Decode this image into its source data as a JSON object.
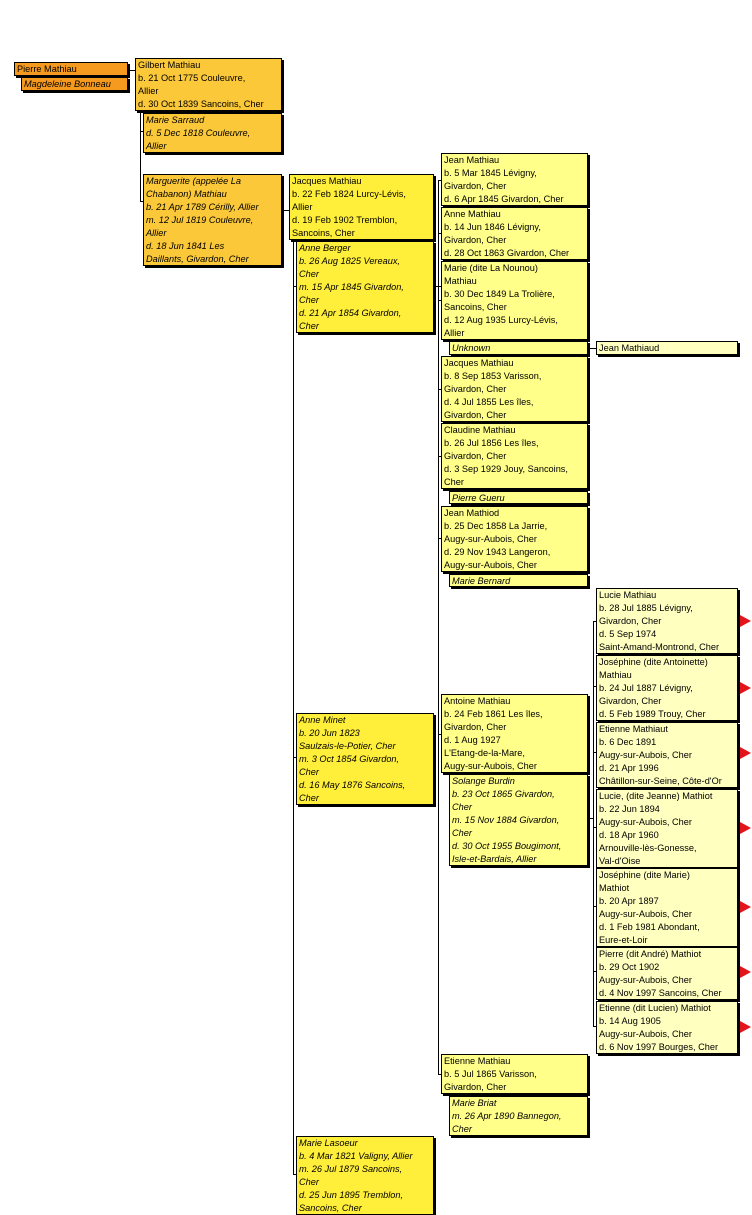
{
  "colors": {
    "generation_0": "#f59a1e",
    "generation_1": "#fbc83a",
    "generation_2": "#ffef3a",
    "generation_3": "#ffff8a",
    "generation_4": "#ffffc0",
    "expand_arrow": "#e4141b"
  },
  "people": {
    "pierre_mathiau": [
      "Pierre Mathiau"
    ],
    "magdeleine_bonneau": [
      "Magdeleine Bonneau"
    ],
    "gilbert_mathiau": [
      "Gilbert Mathiau",
      "b. 21 Oct 1775 Couleuvre,",
      "Allier",
      "d. 30 Oct 1839 Sancoins, Cher"
    ],
    "marie_sarraud": [
      "Marie Sarraud",
      "d. 5 Dec 1818 Couleuvre,",
      "Allier"
    ],
    "marguerite_mathiau": [
      "Marguerite (appelée La",
      "Chabanon) Mathiau",
      "b. 21 Apr 1789 Cérilly, Allier",
      "m. 12 Jul 1819 Couleuvre,",
      "Allier",
      "d. 18 Jun 1841 Les",
      "Daillants, Givardon, Cher"
    ],
    "jacques_mathiau_1824": [
      "Jacques Mathiau",
      "b. 22 Feb 1824 Lurcy-Lévis,",
      "Allier",
      "d. 19 Feb 1902 Tremblon,",
      "Sancoins, Cher"
    ],
    "anne_berger": [
      "Anne Berger",
      "b. 26 Aug 1825 Vereaux,",
      "Cher",
      "m. 15 Apr 1845 Givardon,",
      "Cher",
      "d. 21 Apr 1854 Givardon,",
      "Cher"
    ],
    "anne_minet": [
      "Anne Minet",
      "b. 20 Jun 1823",
      "Saulzais-le-Potier, Cher",
      "m. 3 Oct 1854 Givardon,",
      "Cher",
      "d. 16 May 1876 Sancoins,",
      "Cher"
    ],
    "marie_lasoeur": [
      "Marie Lasoeur",
      "b. 4 Mar 1821 Valigny, Allier",
      "m. 26 Jul 1879 Sancoins,",
      "Cher",
      "d. 25 Jun 1895 Tremblon,",
      "Sancoins, Cher"
    ],
    "jean_mathiau_1845": [
      "Jean Mathiau",
      "b. 5 Mar 1845 Lévigny,",
      "Givardon, Cher",
      "d. 6 Apr 1845 Givardon, Cher"
    ],
    "anne_mathiau_1846": [
      "Anne Mathiau",
      "b. 14 Jun 1846 Lévigny,",
      "Givardon, Cher",
      "d. 28 Oct 1863 Givardon, Cher"
    ],
    "marie_mathiau_1849": [
      "Marie (dite La Nounou)",
      "Mathiau",
      "b. 30 Dec 1849 La Trolière,",
      "Sancoins, Cher",
      "d. 12 Aug 1935 Lurcy-Lévis,",
      "Allier"
    ],
    "unknown_spouse": [
      "Unknown"
    ],
    "jean_mathiaud": [
      "Jean Mathiaud"
    ],
    "jacques_mathiau_1853": [
      "Jacques Mathiau",
      "b. 8 Sep 1853 Varisson,",
      "Givardon, Cher",
      "d. 4 Jul 1855 Les îles,",
      "Givardon, Cher"
    ],
    "claudine_mathiau": [
      "Claudine Mathiau",
      "b. 26 Jul 1856 Les îles,",
      "Givardon, Cher",
      "d. 3 Sep 1929 Jouy, Sancoins,",
      "Cher"
    ],
    "pierre_gueru": [
      "Pierre Gueru"
    ],
    "jean_mathiod": [
      "Jean Mathiod",
      "b. 25 Dec 1858 La Jarrie,",
      "Augy-sur-Aubois, Cher",
      "d. 29 Nov 1943 Langeron,",
      "Augy-sur-Aubois, Cher"
    ],
    "marie_bernard": [
      "Marie Bernard"
    ],
    "antoine_mathiau": [
      "Antoine Mathiau",
      "b. 24 Feb 1861 Les îles,",
      "Givardon, Cher",
      "d. 1 Aug 1927",
      "L'Etang-de-la-Mare,",
      "Augy-sur-Aubois, Cher"
    ],
    "solange_burdin": [
      "Solange Burdin",
      "b. 23 Oct 1865 Givardon,",
      "Cher",
      "m. 15 Nov 1884 Givardon,",
      "Cher",
      "d. 30 Oct 1955 Bougimont,",
      "Isle-et-Bardais, Allier"
    ],
    "etienne_mathiau_1865": [
      "Etienne Mathiau",
      "b. 5 Jul 1865 Varisson,",
      "Givardon, Cher"
    ],
    "marie_briat": [
      "Marie Briat",
      "m. 26 Apr 1890 Bannegon,",
      "Cher"
    ],
    "lucie_mathiau": [
      "Lucie Mathiau",
      "b. 28 Jul 1885 Lévigny,",
      "Givardon, Cher",
      "d. 5 Sep 1974",
      "Saint-Amand-Montrond, Cher"
    ],
    "josephine_antoinette": [
      "Joséphine (dite Antoinette)",
      "Mathiau",
      "b. 24 Jul 1887 Lévigny,",
      "Givardon, Cher",
      "d. 5 Feb 1989 Trouy, Cher"
    ],
    "etienne_mathiaut": [
      "Etienne Mathiaut",
      "b. 6 Dec 1891",
      "Augy-sur-Aubois, Cher",
      "d. 21 Apr 1996",
      "Châtillon-sur-Seine, Côte-d'Or"
    ],
    "lucie_jeanne": [
      "Lucie, (dite Jeanne) Mathiot",
      "b. 22 Jun 1894",
      "Augy-sur-Aubois, Cher",
      "d. 18 Apr 1960",
      "Arnouville-lès-Gonesse,",
      "Val-d'Oise"
    ],
    "josephine_marie": [
      "Joséphine (dite Marie)",
      "Mathiot",
      "b. 20 Apr 1897",
      "Augy-sur-Aubois, Cher",
      "d. 1 Feb 1981 Abondant,",
      "Eure-et-Loir"
    ],
    "pierre_andre": [
      "Pierre (dit André) Mathiot",
      "b. 29 Oct 1902",
      "Augy-sur-Aubois, Cher",
      "d. 4 Nov 1997 Sancoins, Cher"
    ],
    "etienne_lucien": [
      "Etienne (dit Lucien) Mathiot",
      "b. 14 Aug 1905",
      "Augy-sur-Aubois, Cher",
      "d. 6 Nov 1997 Bourges, Cher"
    ]
  }
}
